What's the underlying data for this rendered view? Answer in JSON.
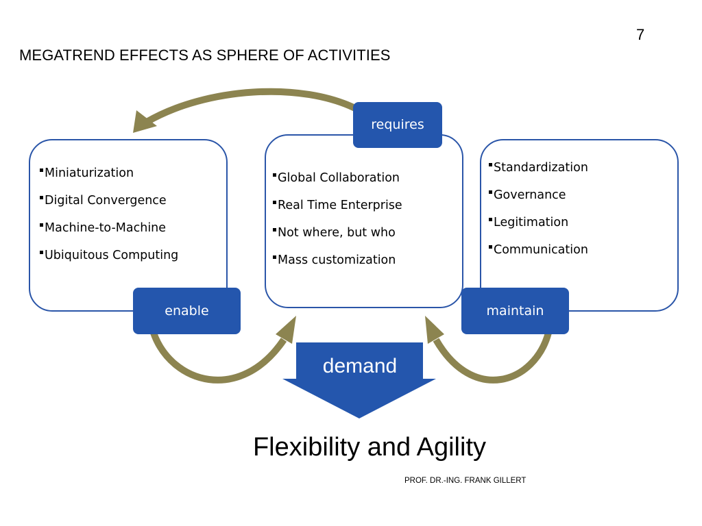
{
  "slide": {
    "page_number": "7",
    "title": "MEGATREND EFFECTS AS SPHERE OF ACTIVITIES",
    "author": "PROF. DR.-ING. FRANK GILLERT"
  },
  "colors": {
    "box_border": "#2a55a8",
    "tag_fill": "#2456ad",
    "curved_arrow": "#8c8450",
    "text": "#000000"
  },
  "boxes": {
    "left": {
      "items": [
        "Miniaturization",
        "Digital Convergence",
        "Machine-to-Machine",
        "Ubiquitous Computing"
      ]
    },
    "center": {
      "items": [
        "Global Collaboration",
        "Real Time Enterprise",
        "Not where, but who",
        "Mass customization"
      ]
    },
    "right": {
      "items": [
        "Standardization",
        "Governance",
        "Legitimation",
        "Communication"
      ]
    }
  },
  "tags": {
    "requires": "requires",
    "enable": "enable",
    "maintain": "maintain"
  },
  "demand": {
    "label": "demand"
  },
  "outcome": "Flexibility and Agility"
}
